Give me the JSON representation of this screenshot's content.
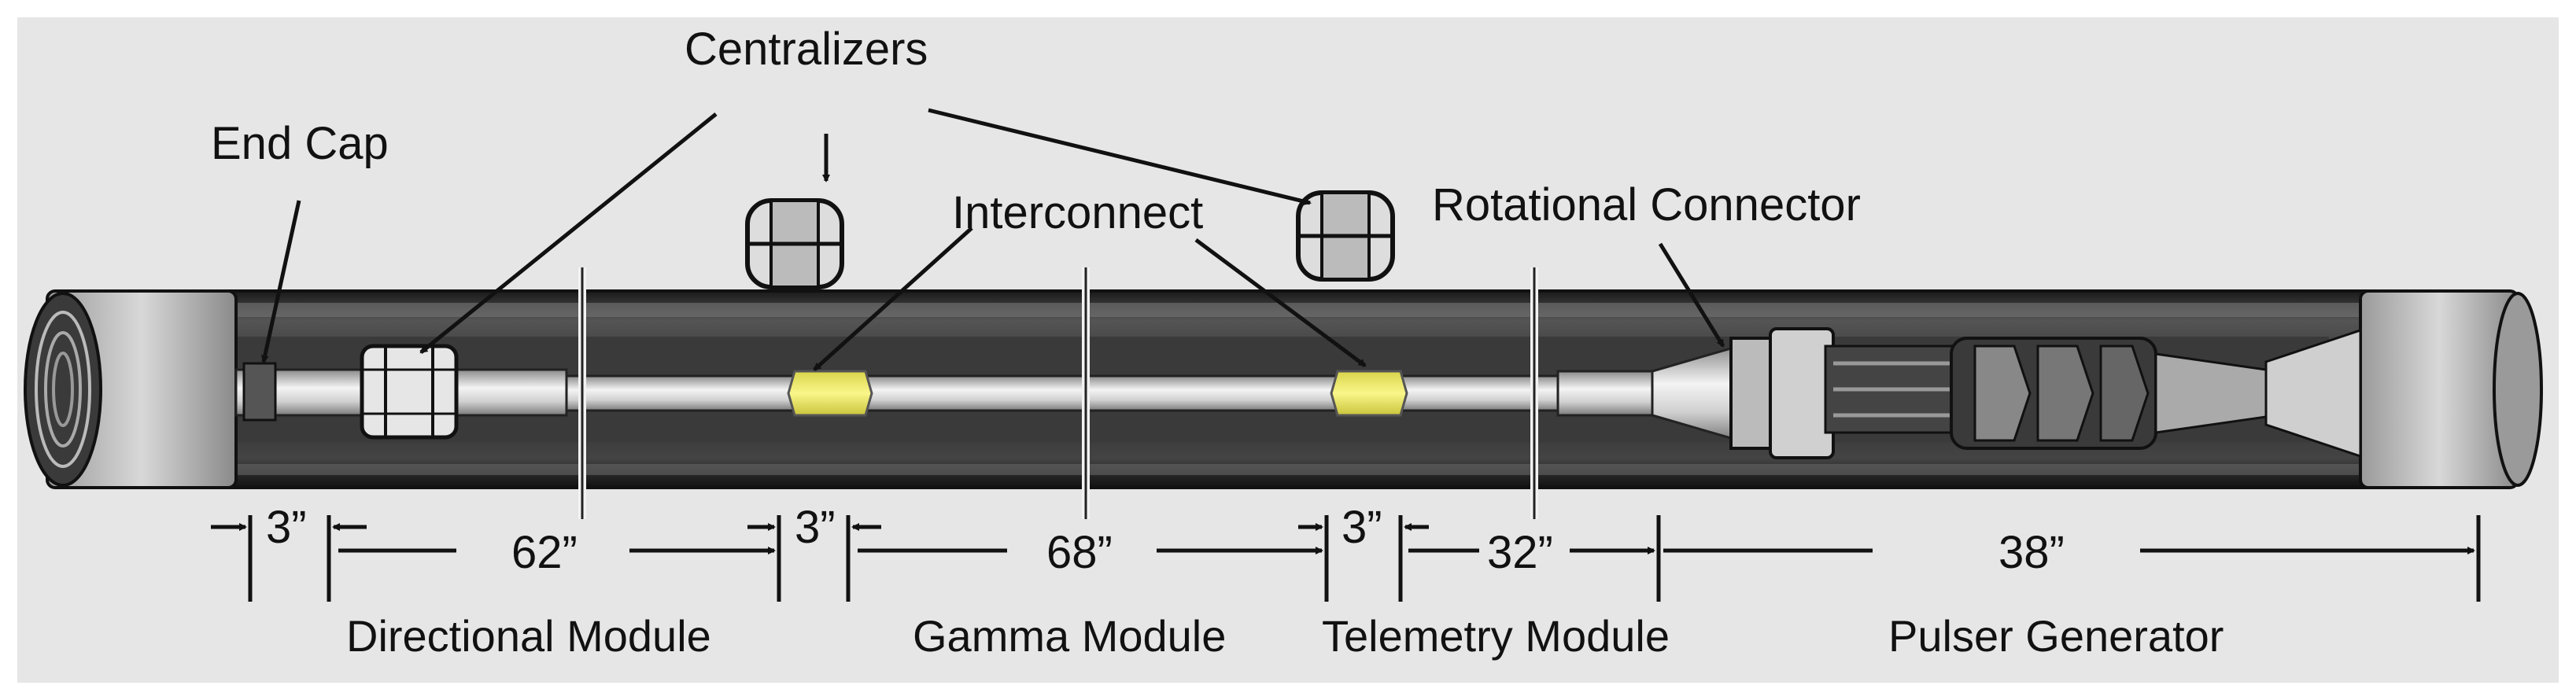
{
  "labels": {
    "end_cap": "End Cap",
    "centralizers": "Centralizers",
    "interconnect": "Interconnect",
    "rotational_connector": "Rotational Connector"
  },
  "dimensions": {
    "d1": "3”",
    "d2": "62”",
    "d3": "3”",
    "d4": "68”",
    "d5": "3”",
    "d6": "32”",
    "d7": "38”"
  },
  "modules": {
    "directional": "Directional Module",
    "gamma": "Gamma Module",
    "telemetry": "Telemetry Module",
    "pulser": "Pulser Generator"
  },
  "colors": {
    "background": "#e6e6e6",
    "tube_dark": "#2e2e2e",
    "tube_light": "#cfcfcf",
    "interconnect": "#f2ee66"
  }
}
